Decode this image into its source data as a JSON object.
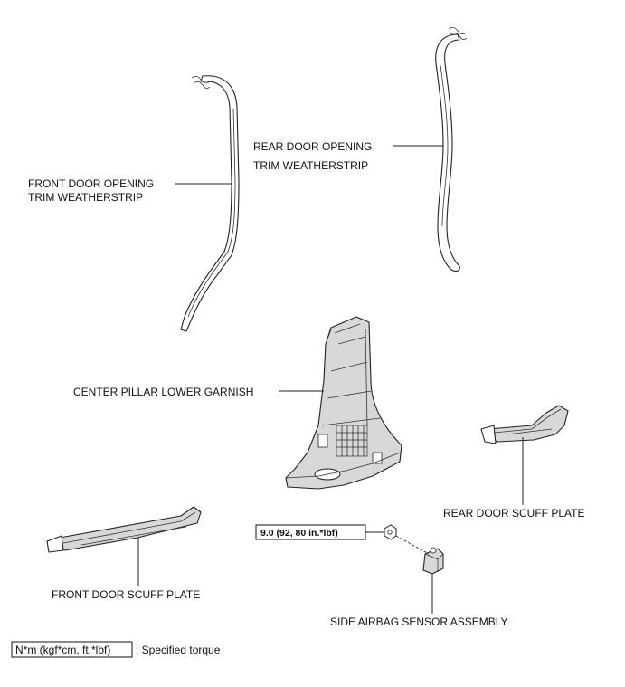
{
  "labels": {
    "front_weatherstrip_line1": "FRONT DOOR OPENING",
    "front_weatherstrip_line2": "TRIM WEATHERSTRIP",
    "rear_weatherstrip_line1": "REAR DOOR OPENING",
    "rear_weatherstrip_line2": "TRIM WEATHERSTRIP",
    "center_pillar": "CENTER PILLAR LOWER GARNISH",
    "rear_scuff": "REAR DOOR SCUFF PLATE",
    "front_scuff": "FRONT DOOR SCUFF PLATE",
    "airbag_sensor": "SIDE AIRBAG SENSOR ASSEMBLY"
  },
  "torque": {
    "value": "9.0 (92, 80 in.*lbf)"
  },
  "legend": {
    "unit_box": "N*m (kgf*cm, ft.*lbf)",
    "description": ": Specified torque"
  }
}
